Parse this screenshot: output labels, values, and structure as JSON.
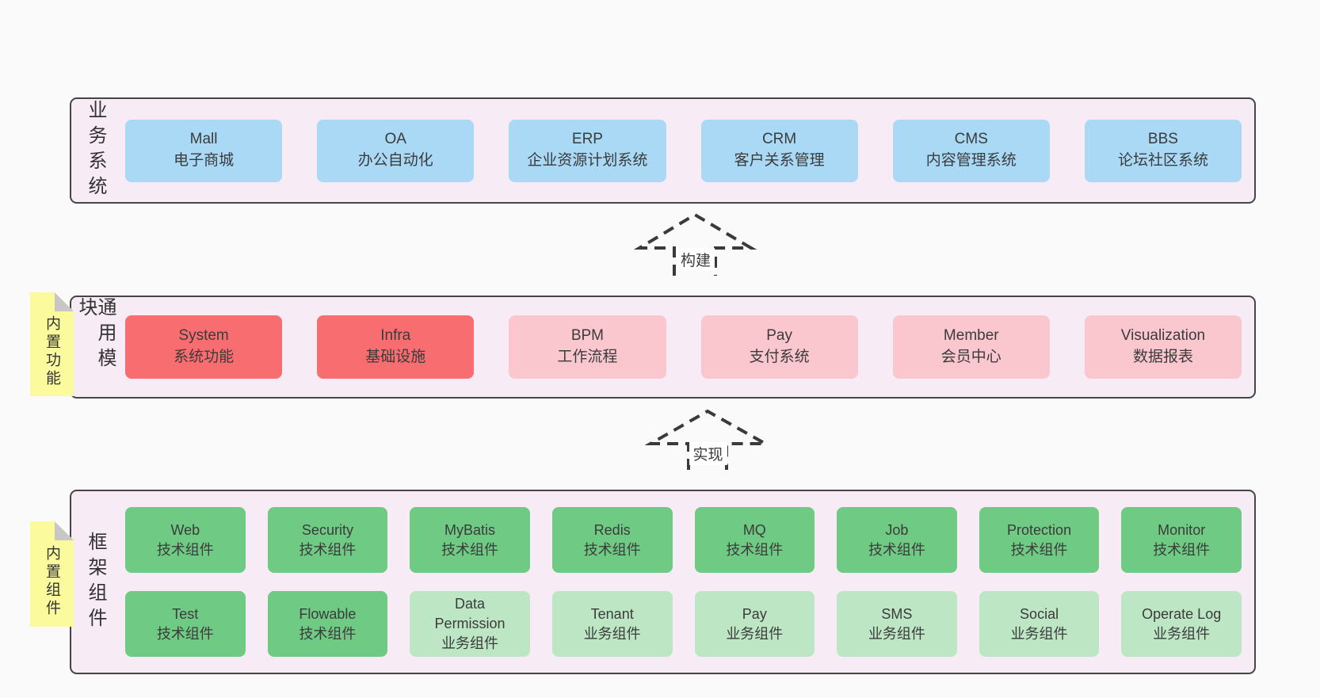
{
  "layers": {
    "business": {
      "label": "业务系统",
      "boxes": [
        {
          "en": "Mall",
          "zh": "电子商城",
          "variant": "blue"
        },
        {
          "en": "OA",
          "zh": "办公自动化",
          "variant": "blue"
        },
        {
          "en": "ERP",
          "zh": "企业资源计划系统",
          "variant": "blue"
        },
        {
          "en": "CRM",
          "zh": "客户关系管理",
          "variant": "blue"
        },
        {
          "en": "CMS",
          "zh": "内容管理系统",
          "variant": "blue"
        },
        {
          "en": "BBS",
          "zh": "论坛社区系统",
          "variant": "blue"
        }
      ]
    },
    "modules": {
      "label": "通用模块",
      "note": "内置功能",
      "boxes": [
        {
          "en": "System",
          "zh": "系统功能",
          "variant": "red"
        },
        {
          "en": "Infra",
          "zh": "基础设施",
          "variant": "red"
        },
        {
          "en": "BPM",
          "zh": "工作流程",
          "variant": "pink"
        },
        {
          "en": "Pay",
          "zh": "支付系统",
          "variant": "pink"
        },
        {
          "en": "Member",
          "zh": "会员中心",
          "variant": "pink"
        },
        {
          "en": "Visualization",
          "zh": "数据报表",
          "variant": "pink"
        }
      ]
    },
    "components": {
      "label": "框架组件",
      "note": "内置组件",
      "rows": [
        [
          {
            "en": "Web",
            "zh": "技术组件",
            "variant": "green-dark"
          },
          {
            "en": "Security",
            "zh": "技术组件",
            "variant": "green-dark"
          },
          {
            "en": "MyBatis",
            "zh": "技术组件",
            "variant": "green-dark"
          },
          {
            "en": "Redis",
            "zh": "技术组件",
            "variant": "green-dark"
          },
          {
            "en": "MQ",
            "zh": "技术组件",
            "variant": "green-dark"
          },
          {
            "en": "Job",
            "zh": "技术组件",
            "variant": "green-dark"
          },
          {
            "en": "Protection",
            "zh": "技术组件",
            "variant": "green-dark"
          },
          {
            "en": "Monitor",
            "zh": "技术组件",
            "variant": "green-dark"
          }
        ],
        [
          {
            "en": "Test",
            "zh": "技术组件",
            "variant": "green-dark"
          },
          {
            "en": "Flowable",
            "zh": "技术组件",
            "variant": "green-dark"
          },
          {
            "en": "Data Permission",
            "zh": "业务组件",
            "variant": "green-light"
          },
          {
            "en": "Tenant",
            "zh": "业务组件",
            "variant": "green-light"
          },
          {
            "en": "Pay",
            "zh": "业务组件",
            "variant": "green-light"
          },
          {
            "en": "SMS",
            "zh": "业务组件",
            "variant": "green-light"
          },
          {
            "en": "Social",
            "zh": "业务组件",
            "variant": "green-light"
          },
          {
            "en": "Operate Log",
            "zh": "业务组件",
            "variant": "green-light"
          }
        ]
      ]
    }
  },
  "arrows": {
    "build": {
      "label": "构建"
    },
    "implement": {
      "label": "实现"
    }
  },
  "colors": {
    "page_bg": "#fafafa",
    "container_bg": "#f7ecf5",
    "container_border": "#454545",
    "blue": "#a9d9f5",
    "red": "#f76d70",
    "pink": "#fbc7cf",
    "green_dark": "#6fca83",
    "green_light": "#bde7c4",
    "note_yellow": "#fbfb9e",
    "note_fold": "#c7c7c7",
    "text": "#3b3b3b"
  }
}
